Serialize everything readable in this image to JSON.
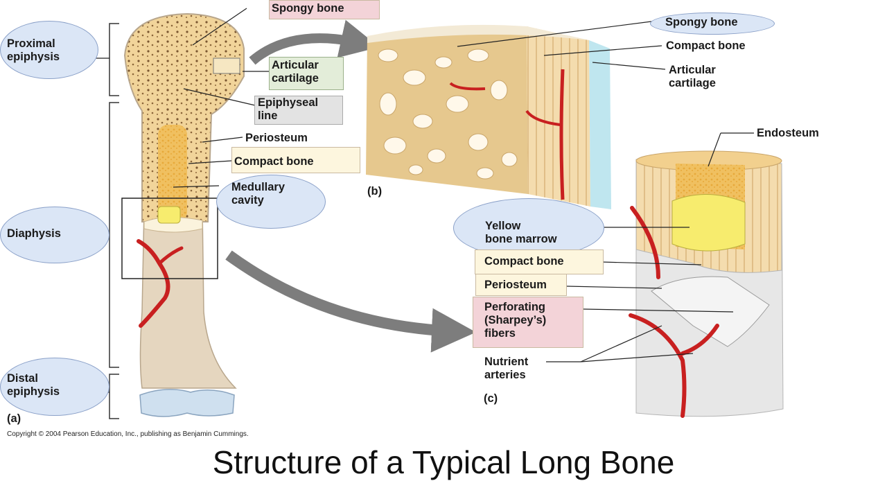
{
  "labels": {
    "proximal_epiphysis": "Proximal\nepiphysis",
    "diaphysis": "Diaphysis",
    "distal_epiphysis": "Distal\nepiphysis",
    "spongy_bone_a": "Spongy bone",
    "articular_cartilage_a": "Articular\ncartilage",
    "epiphyseal_line": "Epiphyseal\nline",
    "periosteum_a": "Periosteum",
    "compact_bone_a": "Compact bone",
    "medullary_cavity": "Medullary\ncavity",
    "spongy_bone_b": "Spongy bone",
    "compact_bone_b": "Compact bone",
    "articular_cartilage_b": "Articular\ncartilage",
    "endosteum": "Endosteum",
    "yellow_bone_marrow": "Yellow\nbone marrow",
    "compact_bone_c": "Compact bone",
    "periosteum_c": "Periosteum",
    "perforating_fibers": "Perforating\n(Sharpey’s)\nfibers",
    "nutrient_arteries": "Nutrient\narteries"
  },
  "panels": {
    "a": "(a)",
    "b": "(b)",
    "c": "(c)"
  },
  "copyright": "Copyright © 2004 Pearson Education, Inc., publishing as Benjamin Cummings.",
  "title": "Structure of a Typical Long Bone"
}
